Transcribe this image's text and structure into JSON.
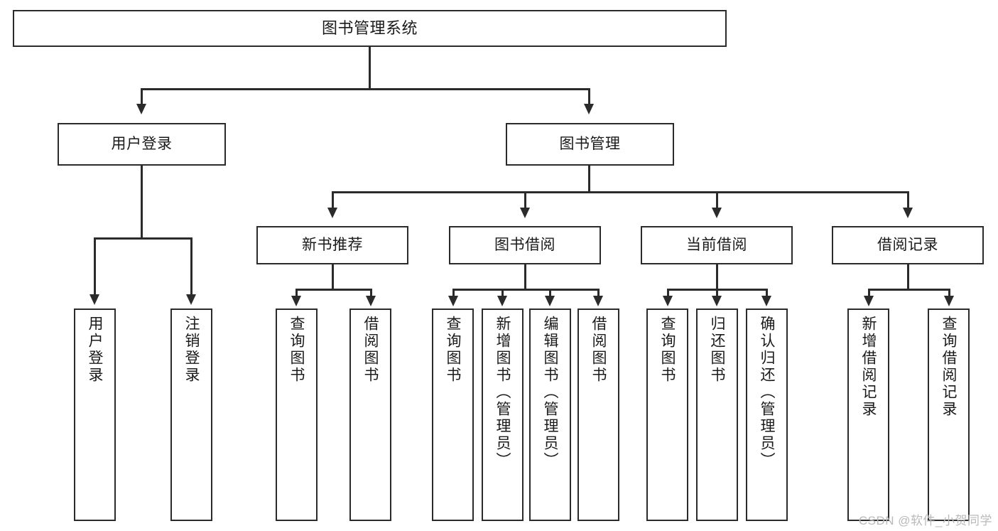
{
  "diagram": {
    "title": "图书管理系统",
    "type": "hierarchy-tree",
    "watermark": "CSDN @软件_小贺同学",
    "colors": {
      "stroke": "#2b2b2b",
      "fill": "#ffffff",
      "text": "#1a1a1a",
      "watermark": "#b9b9b9"
    },
    "levels": {
      "root": {
        "label": "图书管理系统"
      },
      "level2": [
        {
          "label": "用户登录"
        },
        {
          "label": "图书管理"
        }
      ],
      "level3": [
        {
          "label": "新书推荐"
        },
        {
          "label": "图书借阅"
        },
        {
          "label": "当前借阅"
        },
        {
          "label": "借阅记录"
        }
      ],
      "leaves": {
        "user_login": [
          {
            "label": "用户登录"
          },
          {
            "label": "注销登录"
          }
        ],
        "new_book_recommend": [
          {
            "label": "查询图书"
          },
          {
            "label": "借阅图书"
          }
        ],
        "book_borrow": [
          {
            "label": "查询图书"
          },
          {
            "label": "新增图书（管理员）"
          },
          {
            "label": "编辑图书（管理员）"
          },
          {
            "label": "借阅图书"
          }
        ],
        "current_borrow": [
          {
            "label": "查询图书"
          },
          {
            "label": "归还图书"
          },
          {
            "label": "确认归还（管理员）"
          }
        ],
        "borrow_record": [
          {
            "label": "新增借阅记录"
          },
          {
            "label": "查询借阅记录"
          }
        ]
      }
    }
  }
}
